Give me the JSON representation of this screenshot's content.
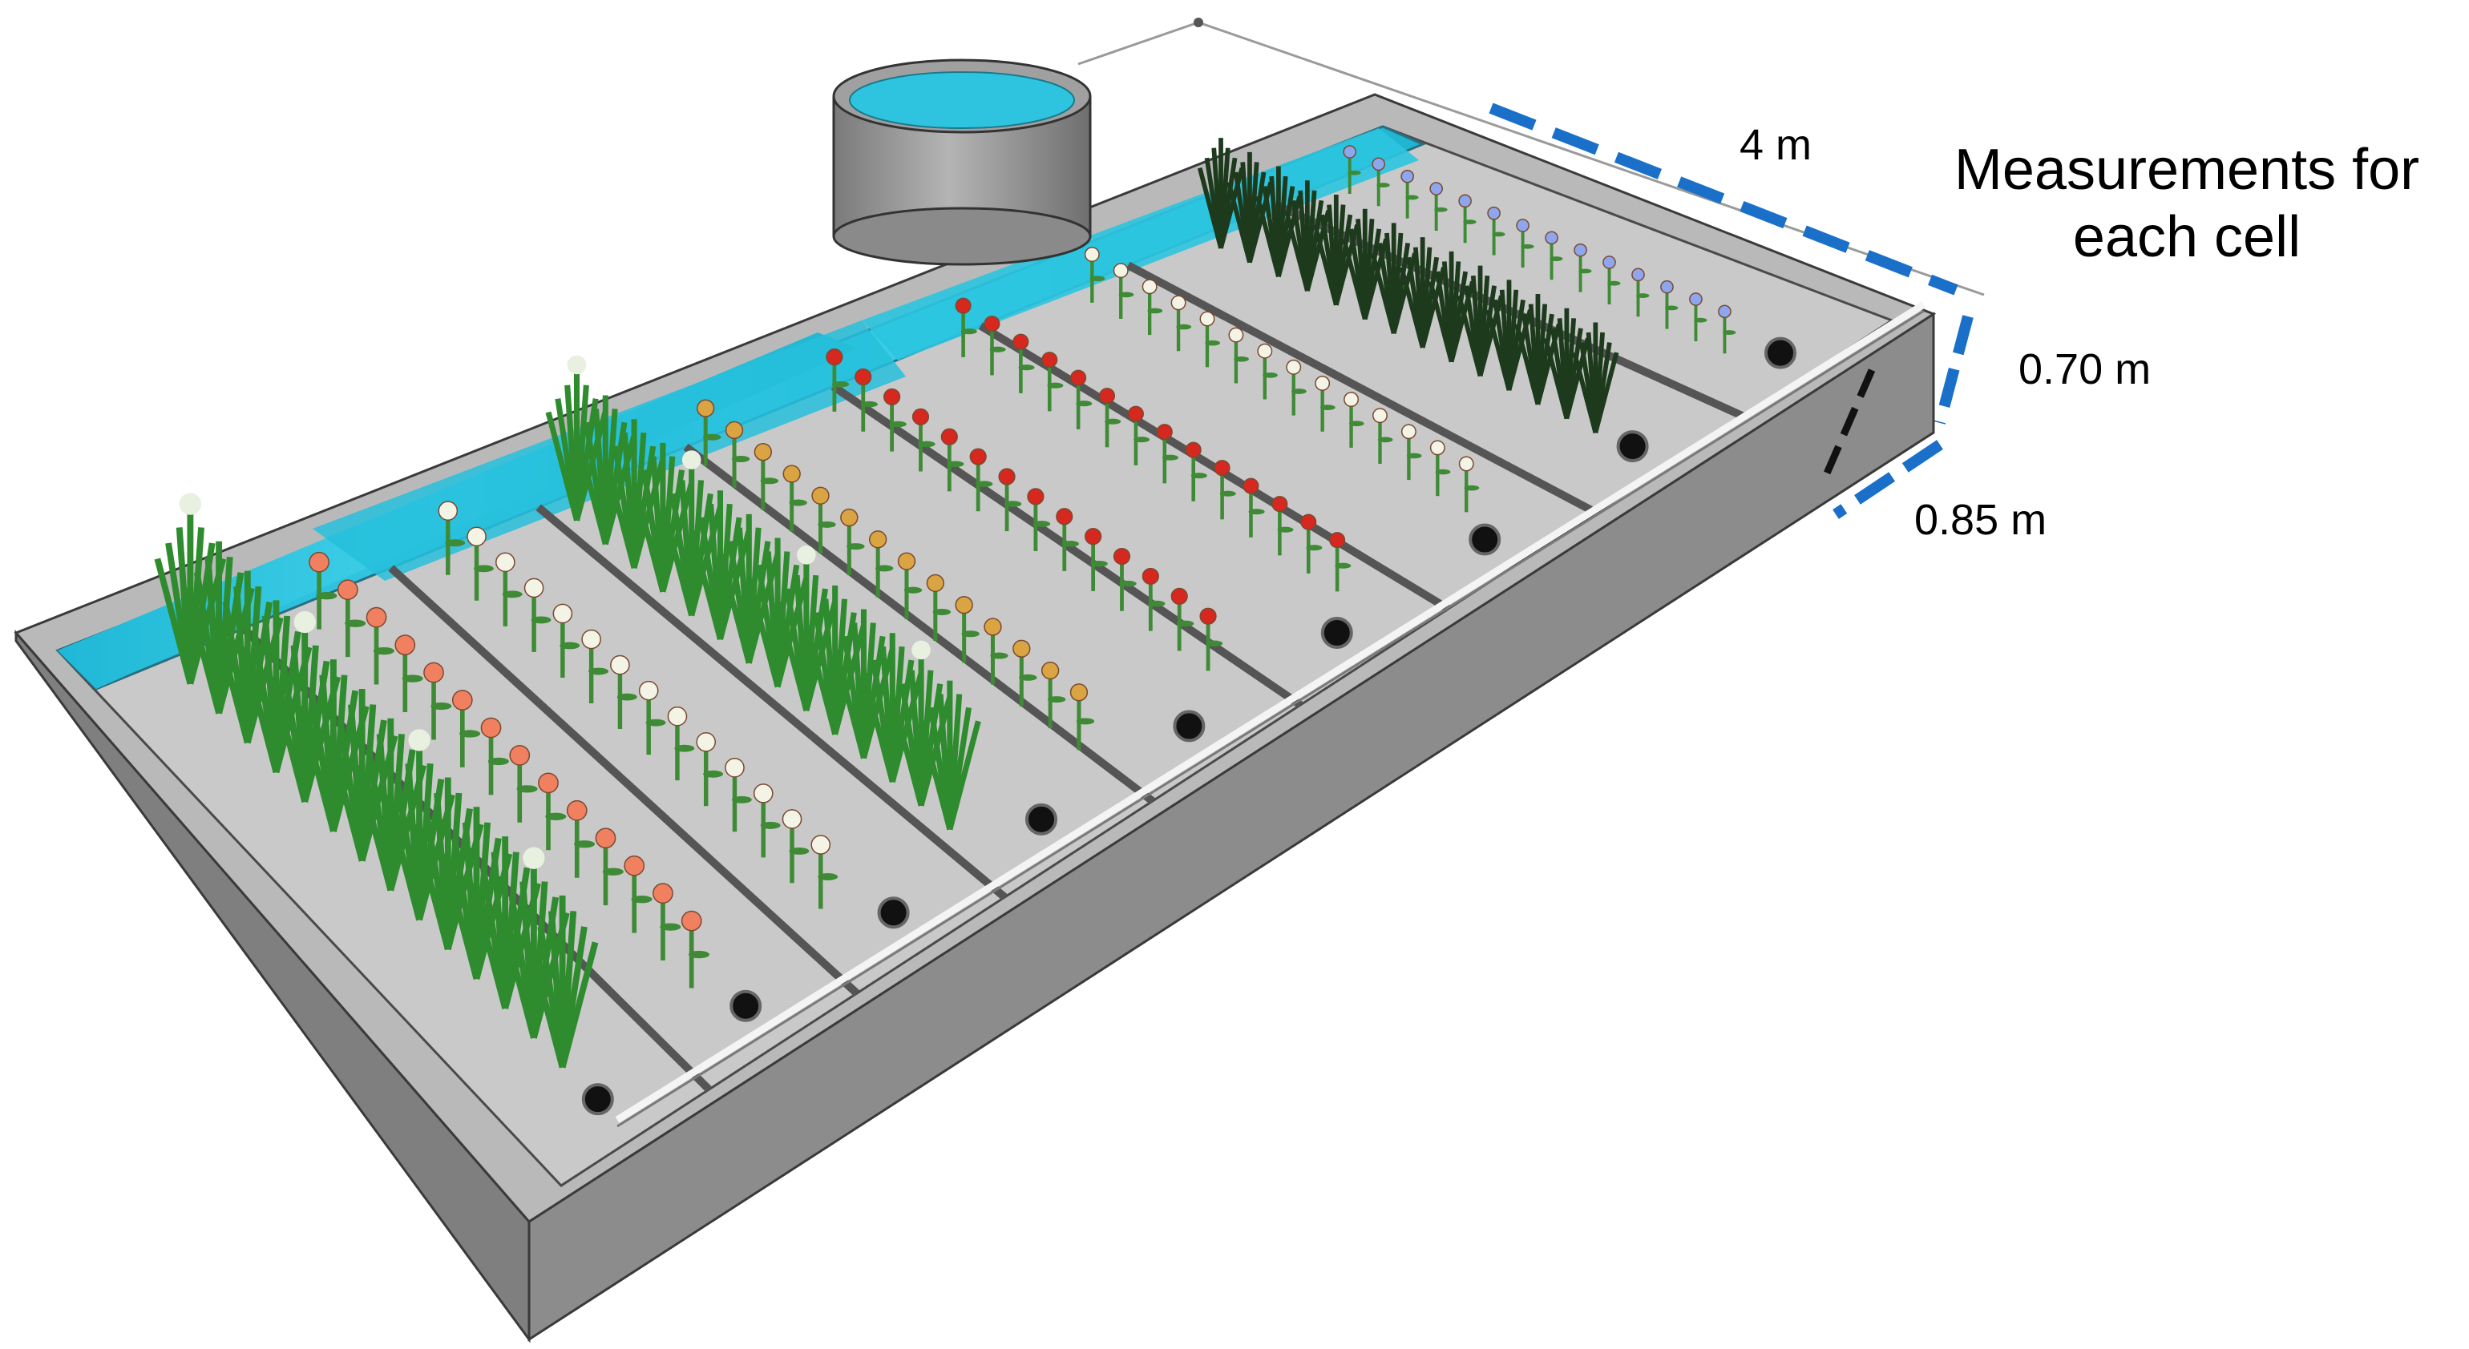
{
  "diagram": {
    "title_line1": "Measurements for",
    "title_line2": "each cell",
    "dimensions": {
      "length": "4 m",
      "depth": "0.70 m",
      "width": "0.85 m"
    },
    "cell_count": 9,
    "plant_rows": [
      {
        "kind": "grass",
        "color": "#2e8b2e"
      },
      {
        "kind": "flower",
        "color": "#f08060"
      },
      {
        "kind": "flower",
        "color": "#f4f4e6"
      },
      {
        "kind": "grass",
        "color": "#2e8b2e"
      },
      {
        "kind": "flower",
        "color": "#d9a441"
      },
      {
        "kind": "flower",
        "color": "#d6281e"
      },
      {
        "kind": "flower",
        "color": "#d6281e"
      },
      {
        "kind": "flower",
        "color": "#f4f4e6"
      },
      {
        "kind": "dark-grass",
        "color": "#1d3a1d"
      },
      {
        "kind": "flower",
        "color": "#8ea6ee"
      }
    ],
    "colors": {
      "basin_top": "#b9b9b9",
      "basin_front": "#8e8e8e",
      "water": "#2ec4df",
      "dimension_line": "#1a6fc9",
      "divider_dark": "#111111"
    }
  }
}
